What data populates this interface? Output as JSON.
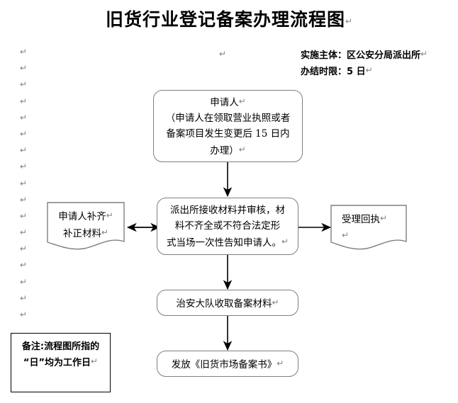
{
  "document": {
    "title": "旧货行业登记备案办理流程图",
    "title_mark": "↵",
    "pilcrow": "↵"
  },
  "header": {
    "lines": [
      {
        "label": "实施主体：",
        "value": "区公安分局派出所",
        "mark": "↵"
      },
      {
        "label": "办结时限：",
        "value": "5 日",
        "mark": "↵"
      }
    ],
    "subject_line": "实施主体：区公安分局派出所",
    "deadline_line": "办结时限：5 日"
  },
  "margin": {
    "mark_count": 17,
    "mark": "↵",
    "stray_mark": "↵"
  },
  "flowchart": {
    "type": "process-flow",
    "nodes": [
      {
        "id": "applicant",
        "shape": "rounded-rectangle",
        "lines": [
          "申请人",
          "（申请人在领取营业执照或者",
          "备案项目发生变更后 15 日内",
          "办理）"
        ],
        "text": "申请人（申请人在领取营业执照或者备案项目发生变更后 15 日内办理）"
      },
      {
        "id": "police-station-review",
        "shape": "rounded-rectangle",
        "lines": [
          "派出所接收材料并审核，材",
          "料不齐全或不符合法定形",
          "式当场一次性告知申请人。"
        ],
        "text": "派出所接收材料并审核，材料不齐全或不符合法定形式当场一次性告知申请人。"
      },
      {
        "id": "applicant-supplement",
        "shape": "document",
        "lines": [
          "申请人补齐",
          "补正材料"
        ],
        "text": "申请人补齐补正材料"
      },
      {
        "id": "acceptance-receipt",
        "shape": "document",
        "lines": [
          "受理回执",
          ""
        ],
        "text": "受理回执"
      },
      {
        "id": "security-brigade-collect",
        "shape": "rounded-rectangle",
        "lines": [
          "治安大队收取备案材料"
        ],
        "text": "治安大队收取备案材料"
      },
      {
        "id": "issue-certificate",
        "shape": "rounded-rectangle",
        "lines": [
          "发放《旧货市场备案书》"
        ],
        "text": "发放《旧货市场备案书》"
      }
    ],
    "connectors": [
      {
        "id": "applicant-to-review",
        "from": "applicant",
        "to": "police-station-review",
        "style": "arrow-down"
      },
      {
        "id": "review-to-supplement",
        "from": "police-station-review",
        "to": "applicant-supplement",
        "style": "double-arrow-horizontal"
      },
      {
        "id": "review-to-receipt",
        "from": "police-station-review",
        "to": "acceptance-receipt",
        "style": "arrow-right"
      },
      {
        "id": "review-to-brigade",
        "from": "police-station-review",
        "to": "security-brigade-collect",
        "style": "arrow-down"
      },
      {
        "id": "brigade-to-issue",
        "from": "security-brigade-collect",
        "to": "issue-certificate",
        "style": "arrow-down"
      }
    ]
  },
  "note": {
    "line1": "备注:流程图所指的",
    "line2": "“日”均为工作日",
    "mark": "↵",
    "text": "备注:流程图所指的“日”均为工作日"
  },
  "colors": {
    "node_border": "#7f7f7f",
    "note_border": "#000000",
    "connector": "#000000",
    "pilcrow": "#808080",
    "text": "#000000",
    "background": "#ffffff"
  }
}
